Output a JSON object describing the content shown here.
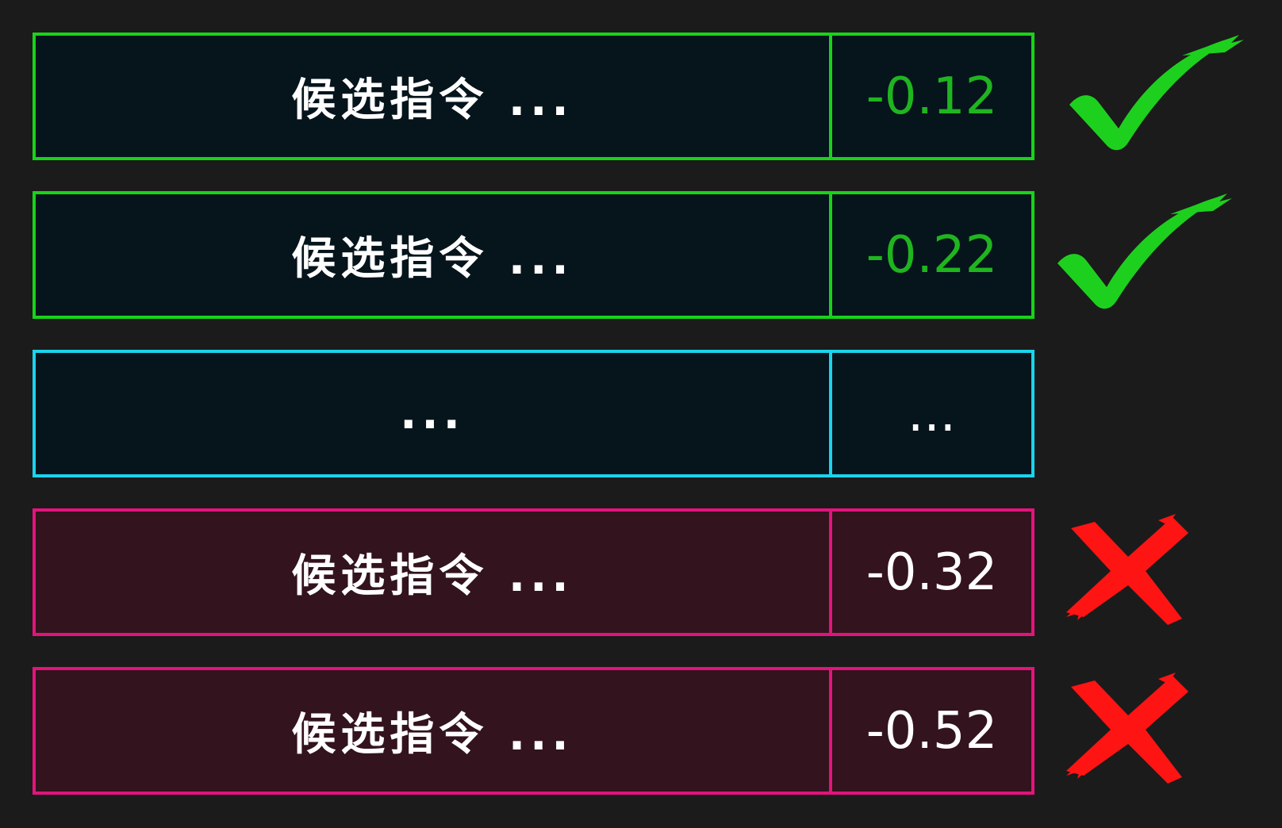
{
  "rows": [
    {
      "candidate": "候选指令 ...",
      "score": "-0.12",
      "status": "accepted",
      "mark_icon": "check-icon"
    },
    {
      "candidate": "候选指令 ...",
      "score": "-0.22",
      "status": "accepted",
      "mark_icon": "check-icon"
    },
    {
      "candidate": "...",
      "score": "...",
      "status": "pending",
      "mark_icon": ""
    },
    {
      "candidate": "候选指令 ...",
      "score": "-0.32",
      "status": "rejected",
      "mark_icon": "cross-icon"
    },
    {
      "candidate": "候选指令 ...",
      "score": "-0.52",
      "status": "rejected",
      "mark_icon": "cross-icon"
    }
  ],
  "colors": {
    "background": "#1b1b1b",
    "accepted_border": "#18d318",
    "accepted_score": "#1fb51f",
    "pending_border": "#1ad4ec",
    "rejected_border": "#e2147c",
    "rejected_fill": "#33131d",
    "check": "#1ed01e",
    "cross": "#ff1414"
  }
}
